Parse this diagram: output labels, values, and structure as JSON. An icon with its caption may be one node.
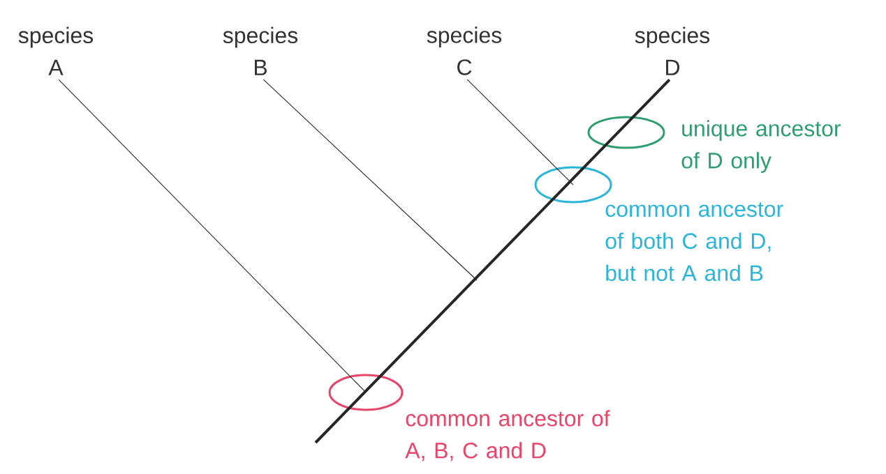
{
  "diagram": {
    "nodes": [
      {
        "text": [
          "species A"
        ]
      },
      {
        "text": [
          "species B"
        ]
      },
      {
        "text": [
          "species C"
        ]
      },
      {
        "text": [
          "species D"
        ]
      },
      {
        "text": [],
        "shape": "ellipse",
        "beside": [
          "common ancestor of A, B, C and D"
        ]
      },
      {
        "text": [],
        "shape": "ellipse",
        "beside": [
          "common ancestor of both C and D, but not A and B"
        ]
      },
      {
        "text": [],
        "shape": "ellipse",
        "beside": [
          "unique ancestor of D only"
        ]
      }
    ],
    "edges": [
      {
        "from": null,
        "to": 3,
        "arrow": "none",
        "style": "thick"
      },
      {
        "from": 0,
        "to": 4,
        "arrow": "none"
      },
      {
        "from": 1,
        "to": null,
        "arrow": "none"
      },
      {
        "from": 2,
        "to": 5,
        "arrow": "none"
      }
    ]
  }
}
